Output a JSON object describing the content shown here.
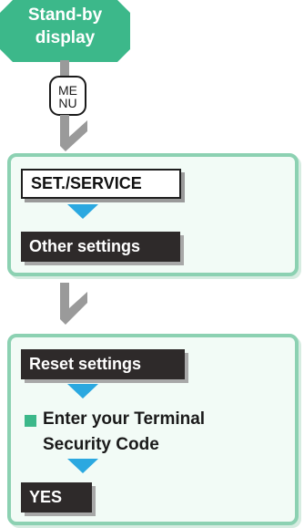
{
  "start": {
    "label": "Stand-by\ndisplay",
    "color": "#3cb88a"
  },
  "menu_key": {
    "top": "ME",
    "bottom": "NU"
  },
  "panel1": {
    "step1": "SET./SERVICE",
    "step2": "Other settings"
  },
  "panel2": {
    "step1": "Reset settings",
    "instruction": "Enter your Terminal\nSecurity Code",
    "step2": "YES"
  },
  "colors": {
    "accent_green": "#3cb88a",
    "panel_border": "#8cd1b2",
    "arrow_blue": "#2ba8e0",
    "arrow_grey": "#9a9a9a",
    "dark_box": "#2e2a2a"
  },
  "icons": [
    "menu-key-icon",
    "down-arrow-icon",
    "flow-arrow-icon",
    "bullet-square-icon"
  ]
}
